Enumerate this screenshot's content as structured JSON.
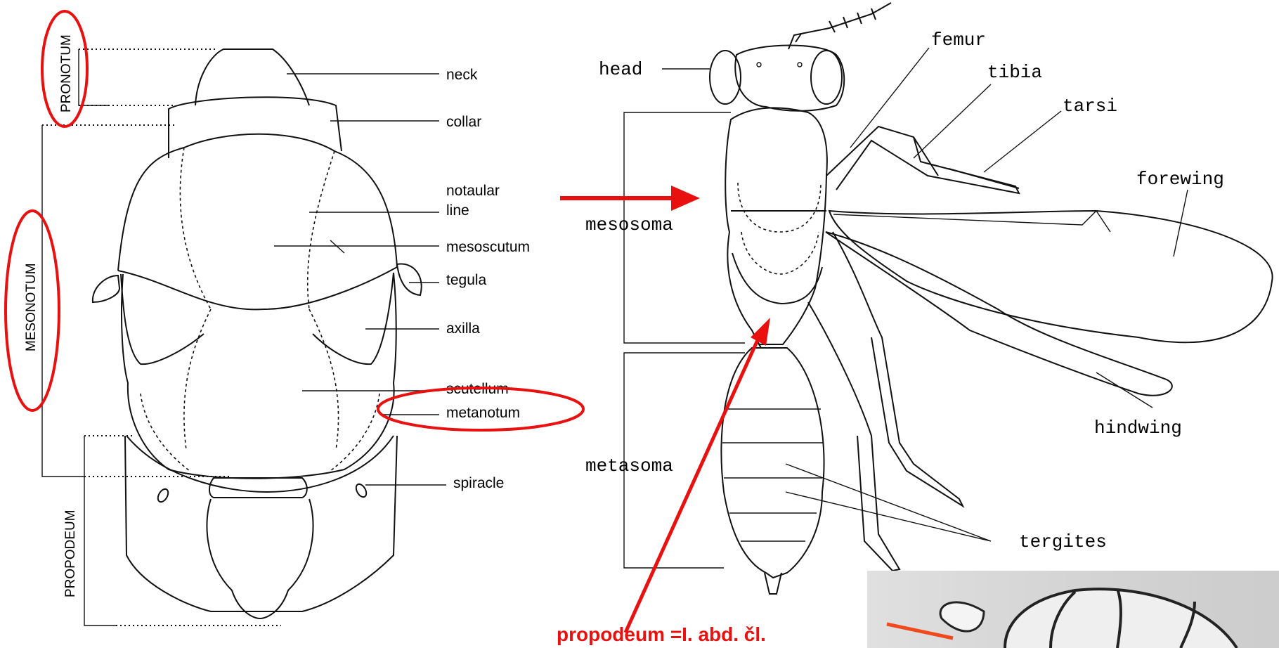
{
  "left_diagram": {
    "side_labels": {
      "pronotum": "PRONOTUM",
      "mesonotum": "MESONOTUM",
      "propodeum": "PROPODEUM"
    },
    "labels": {
      "neck": "neck",
      "collar": "collar",
      "notaular_line_1": "notaular",
      "notaular_line_2": "line",
      "mesoscutum": "mesoscutum",
      "tegula": "tegula",
      "axilla": "axilla",
      "scutellum": "scutellum",
      "metanotum": "metanotum",
      "spiracle": "spiracle"
    }
  },
  "right_diagram": {
    "labels": {
      "head": "head",
      "mesosoma": "mesosoma",
      "metasoma": "metasoma",
      "femur": "femur",
      "tibia": "tibia",
      "tarsi": "tarsi",
      "forewing": "forewing",
      "hindwing": "hindwing",
      "tergites": "tergites"
    }
  },
  "annotation": {
    "text": "propodeum =I. abd. čl."
  },
  "colors": {
    "highlight": "#e8110f",
    "ink": "#111111"
  }
}
